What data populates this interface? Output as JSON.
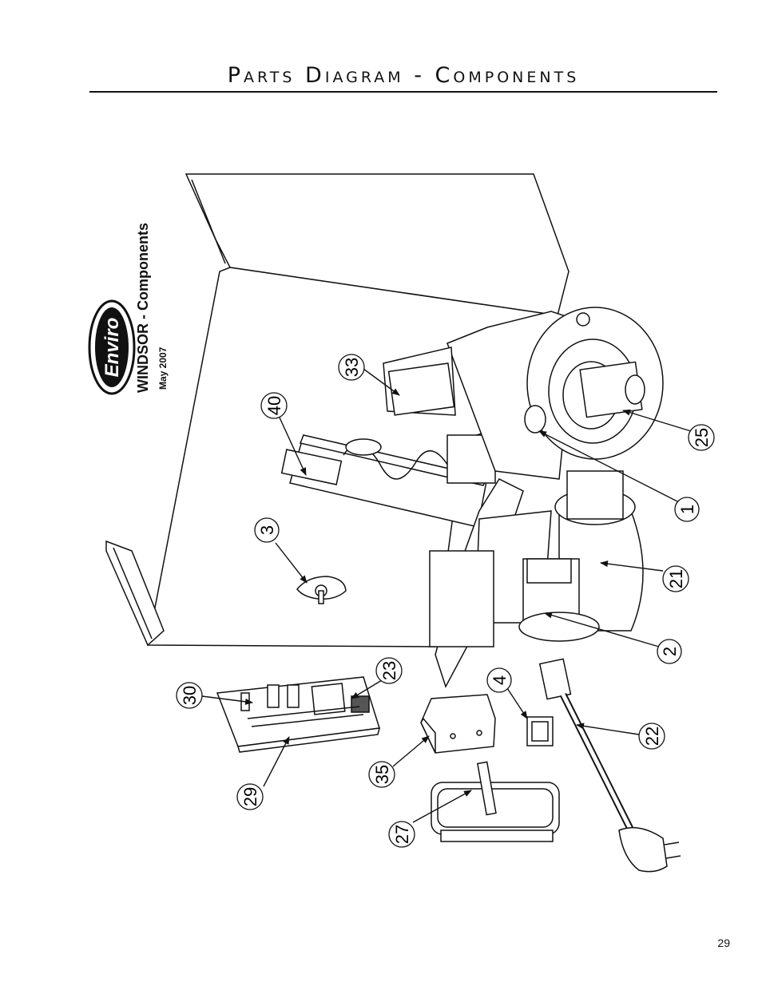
{
  "header": {
    "title": "Parts Diagram - Components"
  },
  "brand": {
    "logo_text": "Enviro",
    "model": "WINDSOR - Components",
    "date": "May 2007"
  },
  "callouts": [
    {
      "id": "c1",
      "label": "1"
    },
    {
      "id": "c2",
      "label": "2"
    },
    {
      "id": "c3",
      "label": "3"
    },
    {
      "id": "c4",
      "label": "4"
    },
    {
      "id": "c21",
      "label": "21"
    },
    {
      "id": "c22",
      "label": "22"
    },
    {
      "id": "c23",
      "label": "23"
    },
    {
      "id": "c25",
      "label": "25"
    },
    {
      "id": "c27",
      "label": "27"
    },
    {
      "id": "c29",
      "label": "29"
    },
    {
      "id": "c30",
      "label": "30"
    },
    {
      "id": "c33",
      "label": "33"
    },
    {
      "id": "c35",
      "label": "35"
    },
    {
      "id": "c40",
      "label": "40"
    }
  ],
  "footer": {
    "page_number": "29"
  }
}
